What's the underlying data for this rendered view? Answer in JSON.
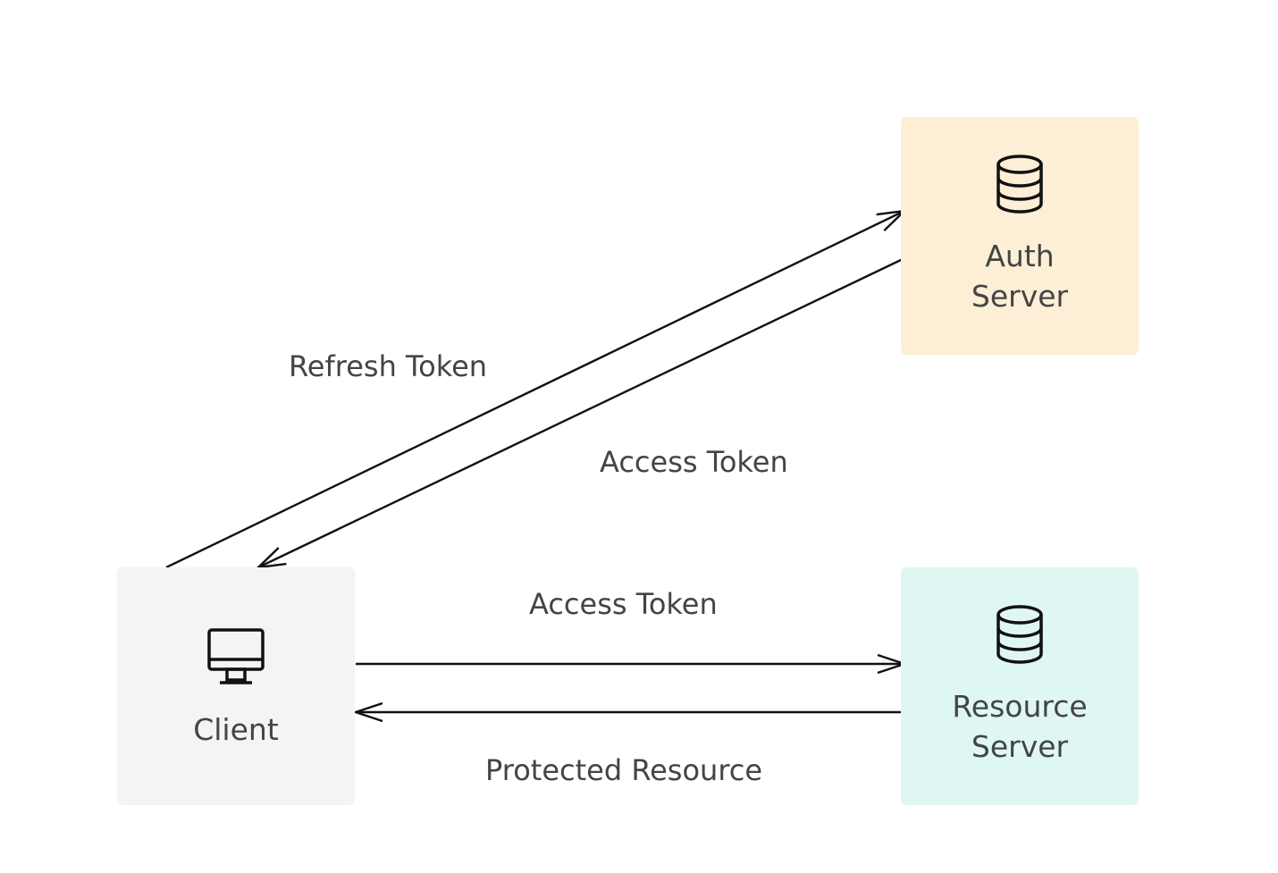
{
  "nodes": {
    "client": {
      "label_lines": [
        "Client"
      ],
      "icon": "monitor-icon",
      "color": "#f4f4f4"
    },
    "auth": {
      "label_lines": [
        "Auth",
        "Server"
      ],
      "icon": "database-icon",
      "color": "#fdefd6"
    },
    "resource": {
      "label_lines": [
        "Resource",
        "Server"
      ],
      "icon": "database-icon",
      "color": "#dff7f2"
    }
  },
  "edges": [
    {
      "from": "client",
      "to": "auth",
      "label": "Refresh Token"
    },
    {
      "from": "auth",
      "to": "client",
      "label": "Access Token"
    },
    {
      "from": "client",
      "to": "resource",
      "label": "Access Token"
    },
    {
      "from": "resource",
      "to": "client",
      "label": "Protected Resource"
    }
  ]
}
